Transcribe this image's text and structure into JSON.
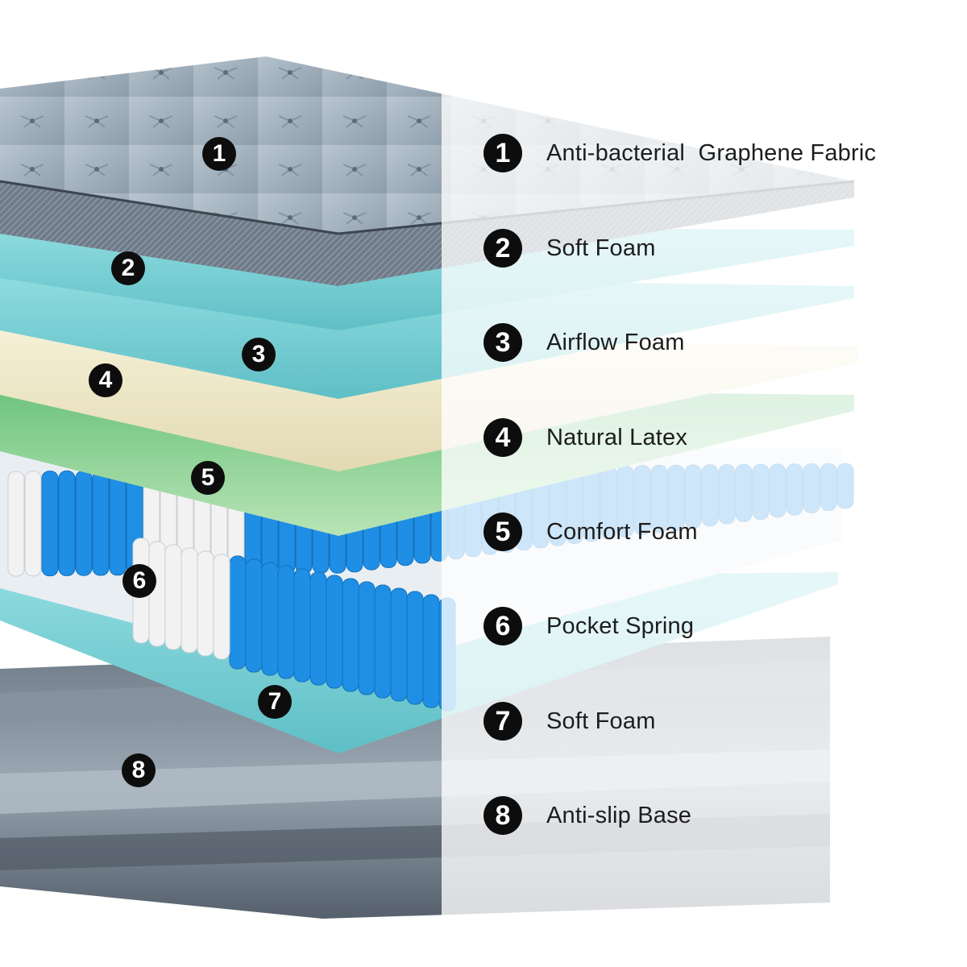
{
  "layers": [
    {
      "number": "1",
      "label": "Anti-bacterial  Graphene Fabric"
    },
    {
      "number": "2",
      "label": "Soft Foam"
    },
    {
      "number": "3",
      "label": "Airflow Foam"
    },
    {
      "number": "4",
      "label": "Natural Latex"
    },
    {
      "number": "5",
      "label": "Comfort Foam"
    },
    {
      "number": "6",
      "label": "Pocket Spring"
    },
    {
      "number": "7",
      "label": "Soft Foam"
    },
    {
      "number": "8",
      "label": "Anti-slip Base"
    }
  ],
  "colors": {
    "graphene_fabric": "#9fb0bf",
    "soft_foam": "#7fcfd3",
    "airflow_foam": "#7ed0d5",
    "natural_latex": "#efe8c6",
    "comfort_foam": "#9fd8a0",
    "pocket_spring_blue": "#1f8fe6",
    "pocket_spring_white": "#f2f2f2",
    "anti_slip_base": "#5b6673",
    "marker": "#0d0d0d"
  }
}
